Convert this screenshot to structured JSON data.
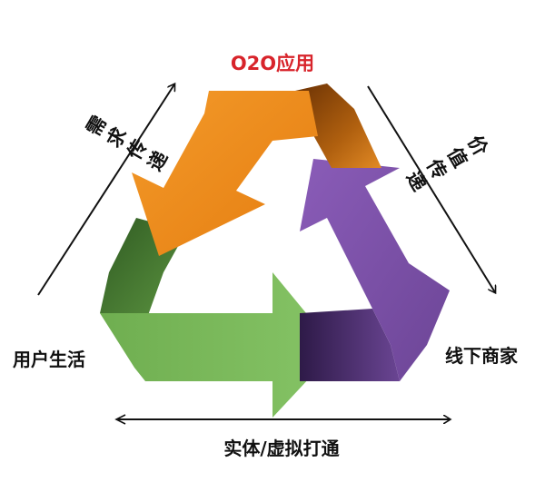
{
  "diagram": {
    "title": "O2O应用",
    "nodes": {
      "left": "用户生活",
      "right": "线下商家",
      "bottom": "实体/虚拟打通"
    },
    "edges": {
      "upper_left": "需求传递",
      "upper_right": "价值传递"
    },
    "colors": {
      "title": "#d8242b",
      "orange": "#ef8a1d",
      "orange_dark": "#9a4d08",
      "purple": "#7d52a8",
      "purple_dark": "#3e2660",
      "green": "#7dbb5c",
      "green_dark": "#3c6b2c",
      "text": "#111111"
    }
  }
}
